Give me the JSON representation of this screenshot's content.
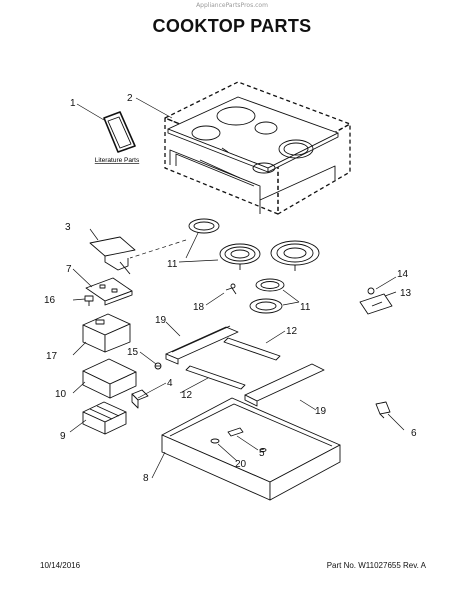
{
  "watermark": "AppliancePartsPros.com",
  "title": "COOKTOP PARTS",
  "literature_label": "Literature Parts",
  "footer": {
    "date": "10/14/2016",
    "part_number": "Part No.  W11027655  Rev.  A"
  },
  "callouts": {
    "c1": "1",
    "c2": "2",
    "c3": "3",
    "c4": "4",
    "c5": "5",
    "c6": "6",
    "c7": "7",
    "c8": "8",
    "c9": "9",
    "c10": "10",
    "c11a": "11",
    "c11b": "11",
    "c12a": "12",
    "c12b": "12",
    "c13": "13",
    "c14": "14",
    "c15": "15",
    "c16": "16",
    "c17": "17",
    "c18": "18",
    "c19a": "19",
    "c19b": "19",
    "c20": "20"
  }
}
